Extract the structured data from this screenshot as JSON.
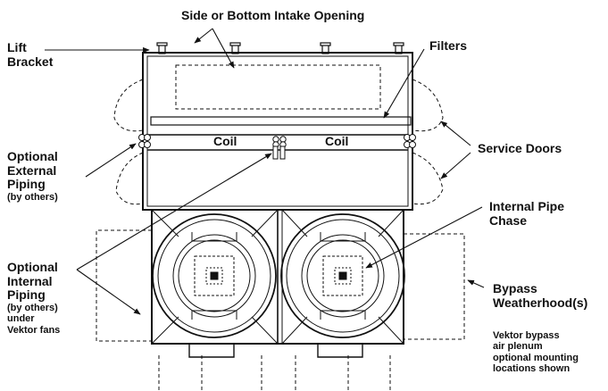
{
  "labels": {
    "intake": "Side or Bottom Intake Opening",
    "lift_1": "Lift",
    "lift_2": "Bracket",
    "filters": "Filters",
    "coil_left": "Coil",
    "coil_right": "Coil",
    "service_doors": "Service Doors",
    "external_1": "Optional",
    "external_2": "External",
    "external_3": "Piping",
    "external_4": "(by others)",
    "chase_1": "Internal Pipe",
    "chase_2": "Chase",
    "internal_1": "Optional",
    "internal_2": "Internal",
    "internal_3": "Piping",
    "internal_4": "(by others)",
    "internal_5": "under",
    "internal_6": "Vektor fans",
    "bypass_1": "Bypass",
    "bypass_2": "Weatherhood(s)",
    "note_1": "Vektor bypass",
    "note_2": "air plenum",
    "note_3": "optional mounting",
    "note_4": "locations shown"
  }
}
